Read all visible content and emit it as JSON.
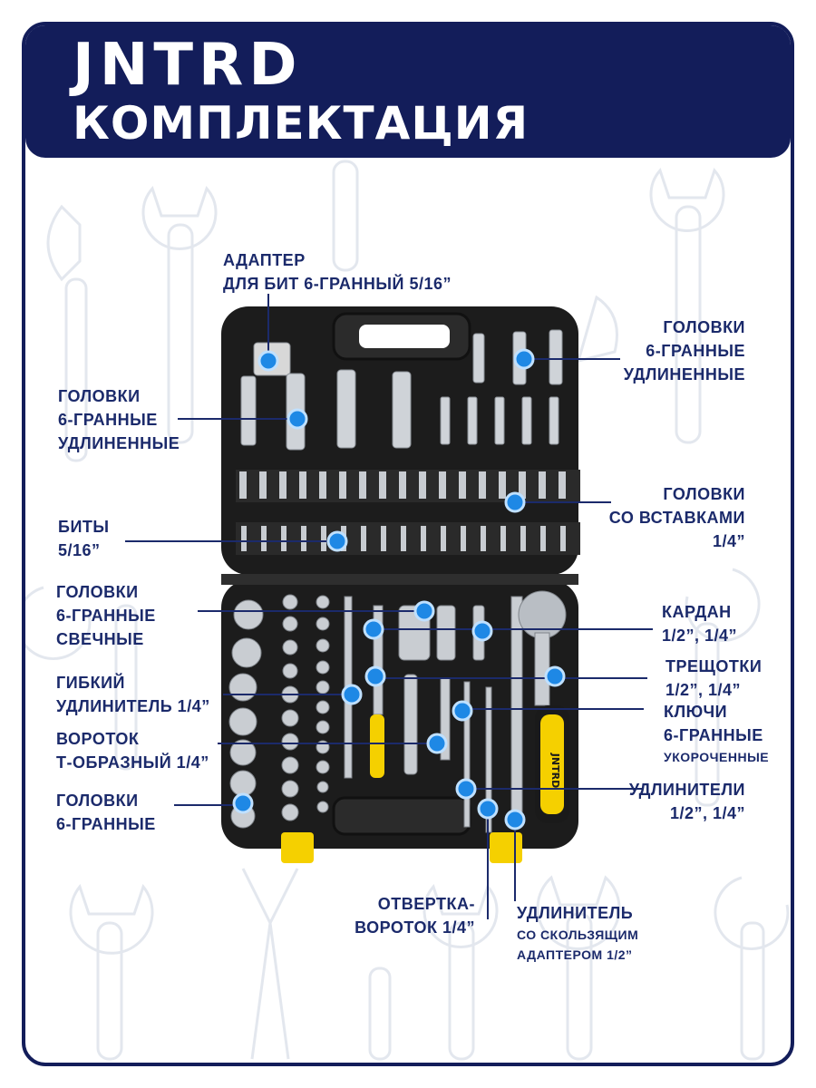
{
  "brand": {
    "name": "JNTRD"
  },
  "header": {
    "title": "КОМПЛЕКТАЦИЯ"
  },
  "colors": {
    "navy": "#131d5a",
    "label_text": "#1b2a6b",
    "marker": "#1e88e5",
    "case": "#1c1c1c",
    "latch": "#f5d000"
  },
  "labels": {
    "bit_adapter": {
      "line1": "АДАПТЕР",
      "line2": "ДЛЯ БИТ 6-ГРАННЫЙ 5/16”"
    },
    "deep_sockets_left": {
      "line1": "ГОЛОВКИ",
      "line2": "6-ГРАННЫЕ",
      "line3": "УДЛИНЕННЫЕ"
    },
    "deep_sockets_right": {
      "line1": "ГОЛОВКИ",
      "line2": "6-ГРАННЫЕ",
      "line3": "УДЛИНЕННЫЕ"
    },
    "bits": {
      "line1": "БИТЫ",
      "line2": "5/16”"
    },
    "bit_sockets": {
      "line1": "ГОЛОВКИ",
      "line2": "СО ВСТАВКАМИ",
      "line3": "1/4”"
    },
    "spark_sockets": {
      "line1": "ГОЛОВКИ",
      "line2": "6-ГРАННЫЕ",
      "line3": "СВЕЧНЫЕ"
    },
    "universal_joint": {
      "line1": "КАРДАН",
      "line2": "1/2”, 1/4”"
    },
    "flex_extension": {
      "line1": "ГИБКИЙ",
      "line2": "УДЛИНИТЕЛЬ 1/4”"
    },
    "ratchets": {
      "line1": "ТРЕЩОТКИ",
      "line2": "1/2”, 1/4”"
    },
    "hex_keys": {
      "line1": "КЛЮЧИ",
      "line2": "6-ГРАННЫЕ",
      "line3": "УКОРОЧЕННЫЕ"
    },
    "t_handle": {
      "line1": "ВОРОТОК",
      "line2": "Т-ОБРАЗНЫЙ 1/4”"
    },
    "sockets": {
      "line1": "ГОЛОВКИ",
      "line2": "6-ГРАННЫЕ"
    },
    "extensions": {
      "line1": "УДЛИНИТЕЛИ",
      "line2": "1/2”, 1/4”"
    },
    "screwdriver_handle": {
      "line1": "ОТВЕРТКА-",
      "line2": "ВОРОТОК 1/4”"
    },
    "sliding_extension": {
      "line1": "УДЛИНИТЕЛЬ",
      "line2": "СО СКОЛЬЗЯЩИМ",
      "line3": "АДАПТЕРОМ 1/2”"
    }
  },
  "tool_case": {
    "handle_brand": "JNTRD"
  }
}
